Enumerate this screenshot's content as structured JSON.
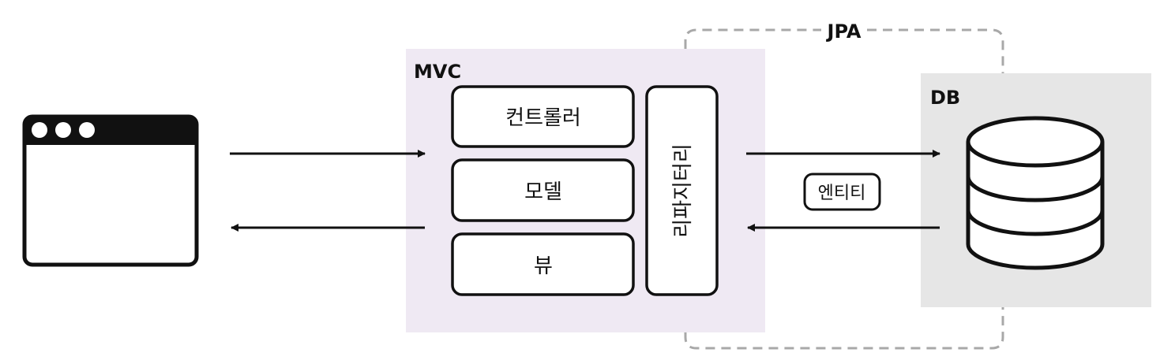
{
  "diagram": {
    "jpa_label": "JPA",
    "mvc_label": "MVC",
    "db_label": "DB",
    "controller_label": "컨트롤러",
    "model_label": "모델",
    "view_label": "뷰",
    "repository_label": "리파지터리",
    "entity_label": "엔티티"
  },
  "colors": {
    "mvc_background": "#efe9f3",
    "db_background": "#e6e6e6",
    "stroke": "#111111",
    "dashed_border": "#a8a8a8"
  },
  "icons": {
    "browser": "browser-window-icon",
    "database": "database-cylinder-icon"
  }
}
